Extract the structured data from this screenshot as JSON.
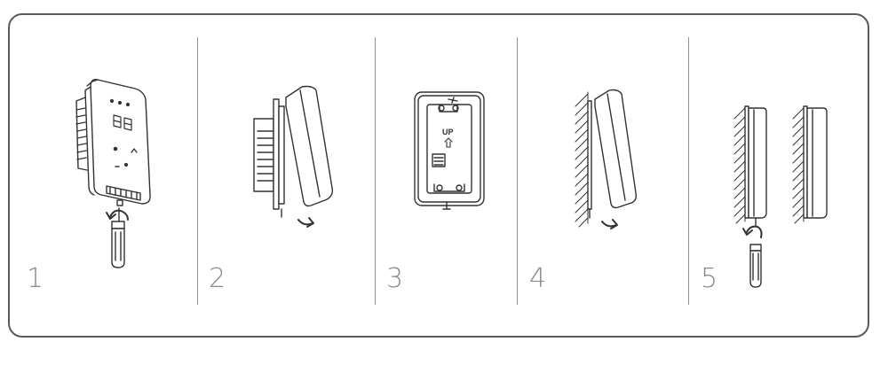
{
  "frame": {
    "border_color": "#5a5a5a",
    "line_color": "#333333"
  },
  "steps": [
    {
      "number": "1"
    },
    {
      "number": "2"
    },
    {
      "number": "3",
      "plate_label": "UP"
    },
    {
      "number": "4"
    },
    {
      "number": "5"
    }
  ]
}
